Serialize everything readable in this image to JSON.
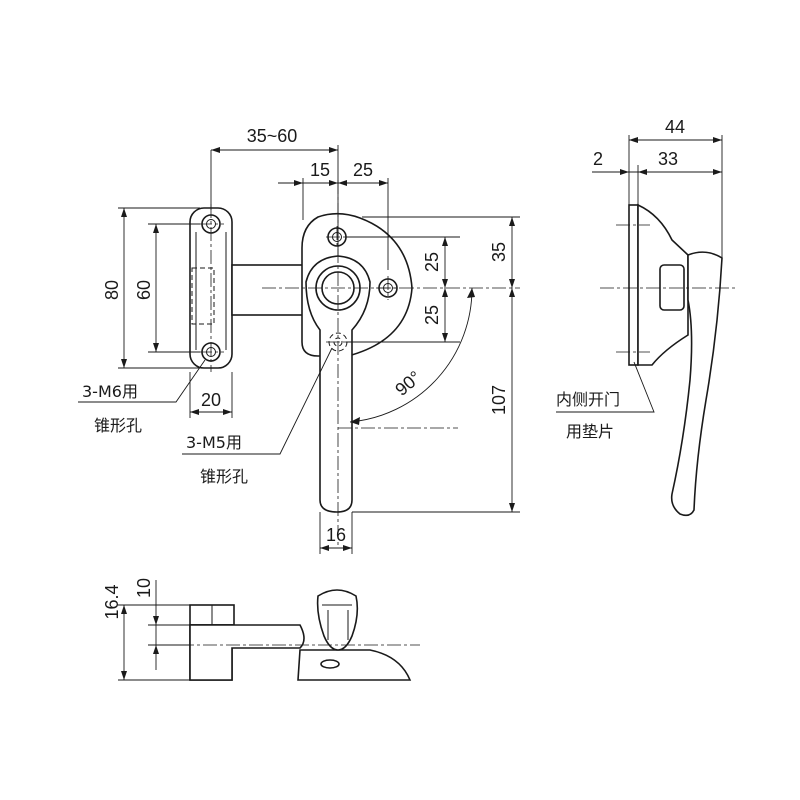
{
  "front_view": {
    "dims": {
      "adjust_range": "35~60",
      "offset_15": "15",
      "offset_25_top": "25",
      "height_80": "80",
      "height_60": "60",
      "width_20": "20",
      "vertical_25_upper": "25",
      "vertical_25_lower": "25",
      "vertical_35": "35",
      "length_107": "107",
      "handle_width_16": "16",
      "angle_90": "90°"
    },
    "notes": {
      "m6_line1": "3-M6用",
      "m6_line2": "锥形孔",
      "m5_line1": "3-M5用",
      "m5_line2": "锥形孔"
    }
  },
  "side_view": {
    "dims": {
      "total_44": "44",
      "offset_2": "2",
      "depth_33": "33"
    },
    "notes": {
      "shim_line1": "内侧开门",
      "shim_line2": "用垫片"
    }
  },
  "bottom_view": {
    "dims": {
      "height_16_4": "16.4",
      "height_10": "10"
    }
  }
}
